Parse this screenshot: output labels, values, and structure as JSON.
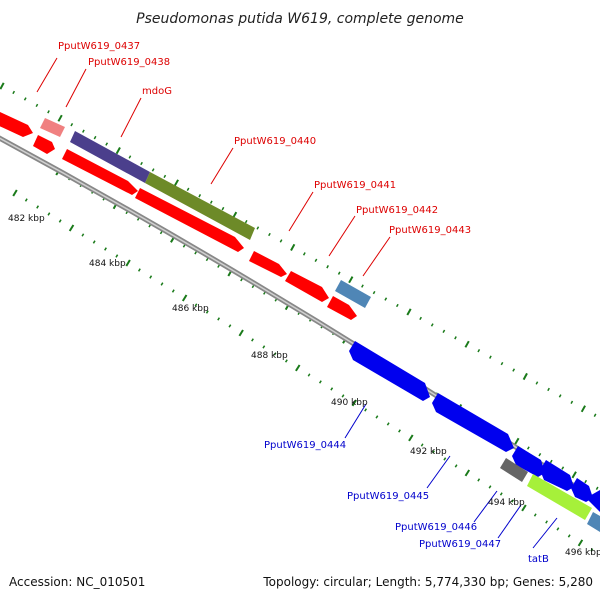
{
  "title": "Pseudomonas putida W619, complete genome",
  "footer": {
    "accession": "Accession: NC_010501",
    "summary": "Topology: circular; Length: 5,774,330 bp; Genes: 5,280"
  },
  "colors": {
    "forward_label": "#dd0000",
    "reverse_label": "#0000cc",
    "tick": "#1a7a1a",
    "backbone_outer": "#888888",
    "backbone_inner": "#cccccc",
    "red_gene": "#ff0000",
    "blue_gene": "#0000ee"
  },
  "scale_labels": [
    "482 kbp",
    "484 kbp",
    "486 kbp",
    "488 kbp",
    "490 kbp",
    "492 kbp",
    "494 kbp",
    "496 kbp"
  ],
  "gene_labels": [
    {
      "text": "PputW619_0437",
      "strand": "forward"
    },
    {
      "text": "PputW619_0438",
      "strand": "forward"
    },
    {
      "text": "mdoG",
      "strand": "forward"
    },
    {
      "text": "PputW619_0440",
      "strand": "forward"
    },
    {
      "text": "PputW619_0441",
      "strand": "forward"
    },
    {
      "text": "PputW619_0442",
      "strand": "forward"
    },
    {
      "text": "PputW619_0443",
      "strand": "forward"
    },
    {
      "text": "PputW619_0444",
      "strand": "reverse"
    },
    {
      "text": "PputW619_0445",
      "strand": "reverse"
    },
    {
      "text": "PputW619_0446",
      "strand": "reverse"
    },
    {
      "text": "PputW619_0447",
      "strand": "reverse"
    },
    {
      "text": "tatB",
      "strand": "reverse"
    }
  ]
}
